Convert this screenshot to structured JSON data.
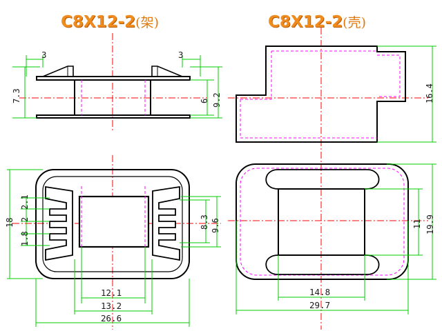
{
  "titles": {
    "left": {
      "code": "C8X12-2",
      "suffix": "(架)"
    },
    "right": {
      "code": "C8X12-2",
      "suffix": "(壳)"
    }
  },
  "colors": {
    "outline": "#000000",
    "dimension": "#00cc00",
    "centerline": "#ff0000",
    "hidden": "#ff00ff",
    "title": "#f08c1e"
  },
  "dimensions": {
    "bobbin_side": {
      "flange_left": "3",
      "flange_right": "3",
      "height_total": "7.3",
      "core_height": "6",
      "window_height": "9.2"
    },
    "bobbin_top": {
      "outer_width": "26.6",
      "inner_width": "13.2",
      "core_width": "12.1",
      "outer_height": "18",
      "slot_a": "2.1",
      "slot_b": "2",
      "slot_c": "1.8",
      "core_height": "8.3",
      "inner_height": "9.6"
    },
    "cover_side": {
      "height": "16.4"
    },
    "cover_top": {
      "inner_width": "14.8",
      "outer_width": "29.7",
      "inner_height": "11",
      "outer_height": "19.9"
    }
  }
}
